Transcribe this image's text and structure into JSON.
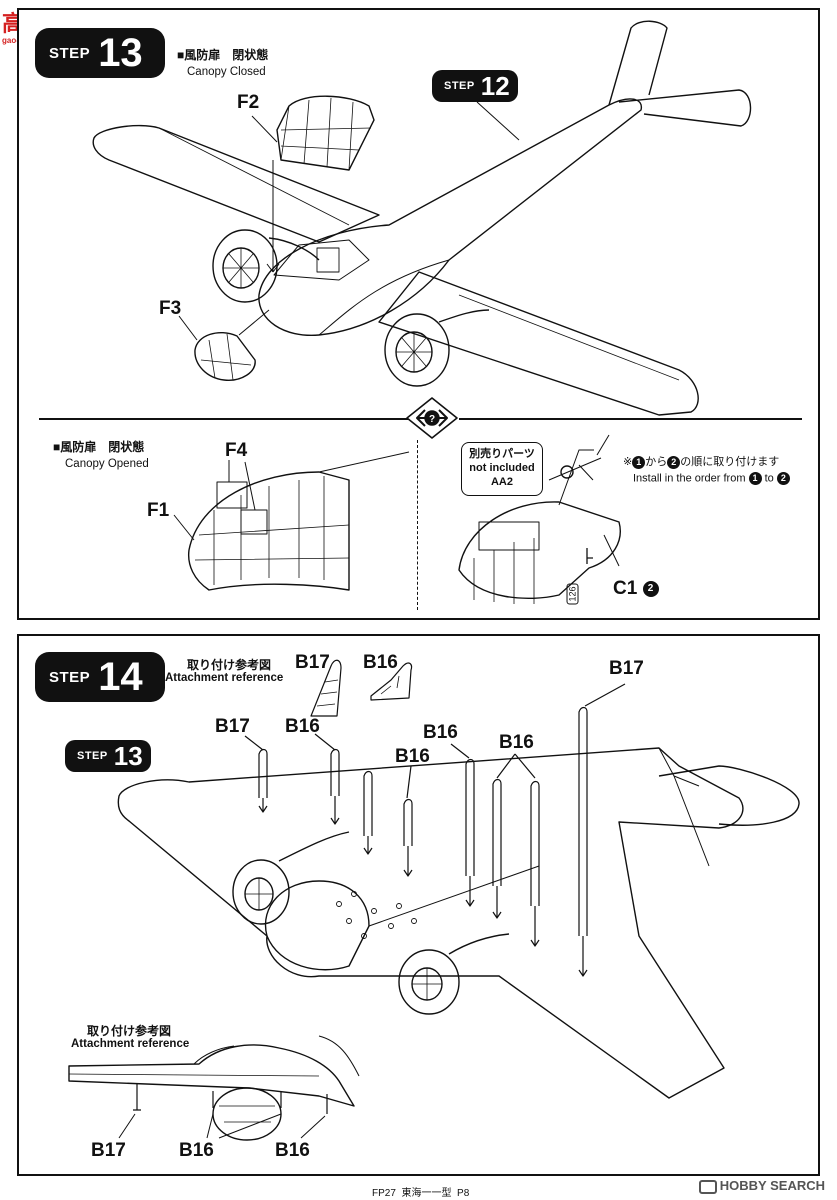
{
  "watermark": {
    "site_cn": "高手网",
    "site_url": "gao-shou.com"
  },
  "step13": {
    "step_word": "STEP",
    "step_num": "13",
    "canopy_closed_jp": "■風防扉　閉状態",
    "canopy_closed_en": "Canopy Closed",
    "ref_step_word": "STEP",
    "ref_step_num": "12",
    "canopy_opened_jp": "■風防扉　閉状態",
    "canopy_opened_en": "Canopy Opened",
    "parts": {
      "f2": "F2",
      "f3": "F3",
      "f4": "F4",
      "f1": "F1",
      "c1": "C1"
    },
    "not_included": {
      "jp": "別売りパーツ",
      "en": "not included",
      "code": "AA2"
    },
    "order_jp_a": "※",
    "order_jp_b": "から",
    "order_jp_c": "の順に取り付けます",
    "order_en_a": "Install in the order from",
    "order_en_b": "to",
    "bullet_1": "1",
    "bullet_2": "2",
    "callout_num": "126"
  },
  "step14": {
    "step_word": "STEP",
    "step_num": "14",
    "ref_jp": "取り付け参考図",
    "ref_en": "Attachment reference",
    "ref_step_word": "STEP",
    "ref_step_num": "13",
    "ref2_jp": "取り付け参考図",
    "ref2_en": "Attachment reference",
    "parts": {
      "b17": "B17",
      "b16": "B16"
    }
  },
  "footer": {
    "model": "FP27",
    "name": "東海一一型",
    "page": "P8"
  },
  "logo": {
    "text": "HOBBY SEARCH"
  },
  "colors": {
    "ink": "#111111",
    "watermark": "#d42020",
    "paper": "#ffffff"
  }
}
